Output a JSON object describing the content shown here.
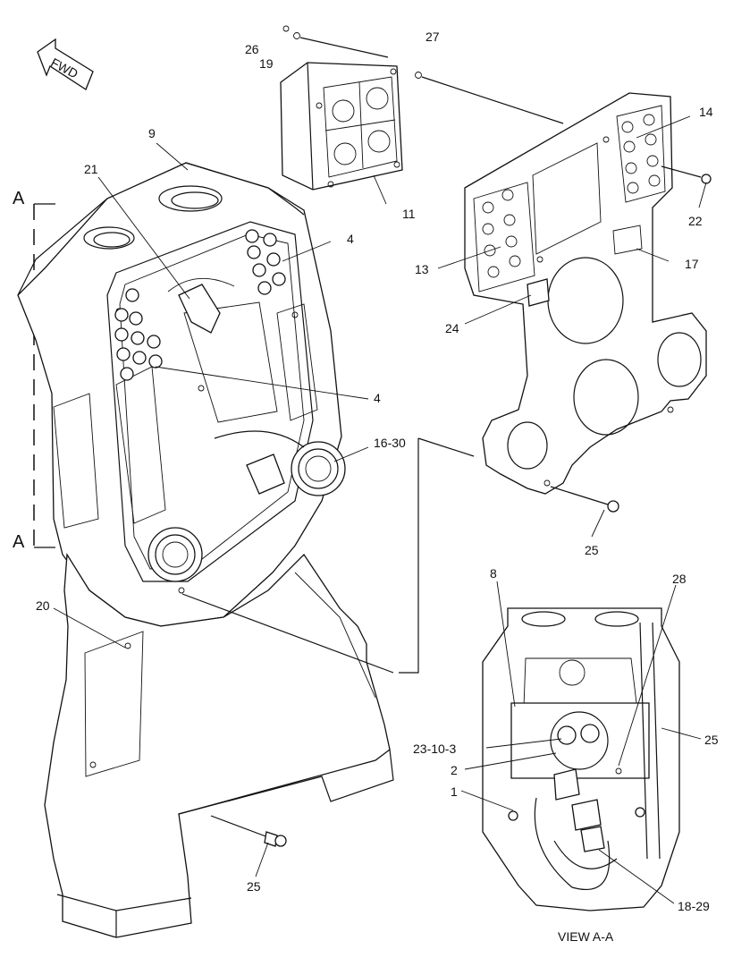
{
  "direction_arrow": "FWD",
  "section_marks": {
    "top": "A",
    "bottom": "A"
  },
  "callouts": {
    "c26": "26",
    "c19": "19",
    "c27": "27",
    "c9": "9",
    "c21": "21",
    "c4a": "4",
    "c4b": "4",
    "c11": "11",
    "c14": "14",
    "c22": "22",
    "c17": "17",
    "c13": "13",
    "c24": "24",
    "c1630": "16-30",
    "c25a": "25",
    "c20": "20",
    "c25b": "25",
    "c8": "8",
    "c28": "28",
    "c2310": "23-10-3",
    "c2": "2",
    "c1": "1",
    "c25c": "25",
    "c1829": "18-29"
  },
  "view_caption": "VIEW A-A"
}
